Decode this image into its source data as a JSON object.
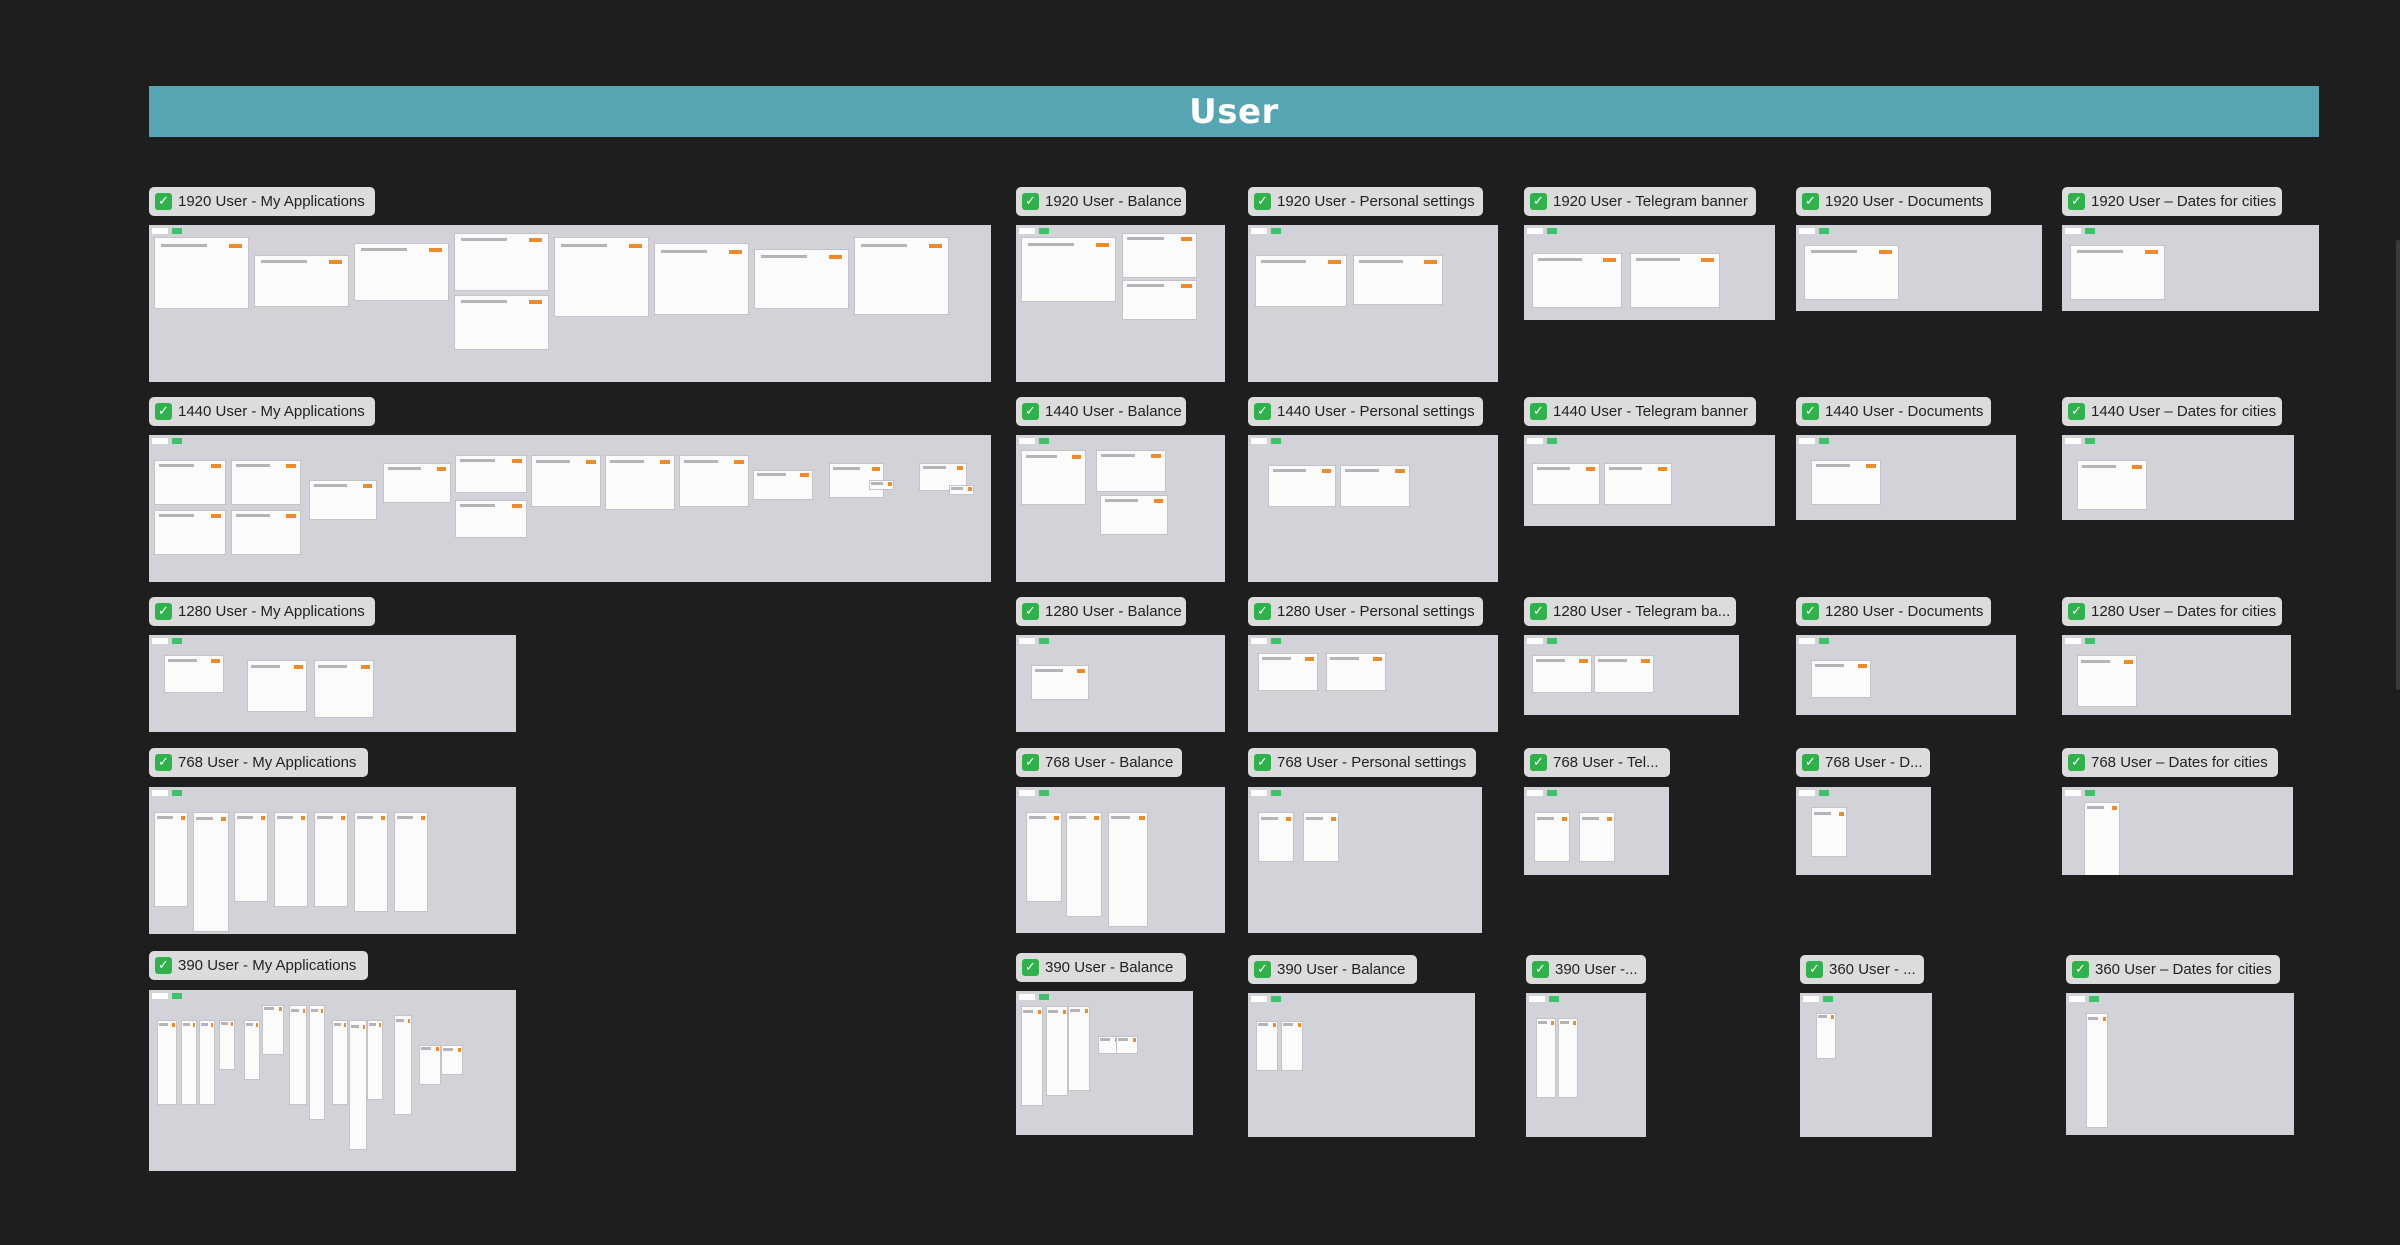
{
  "section": {
    "title": "User"
  },
  "groups": [
    {
      "id": "g1920_apps",
      "label": "1920 User - My Applications"
    },
    {
      "id": "g1920_balance",
      "label": "1920 User - Balance"
    },
    {
      "id": "g1920_personal",
      "label": "1920 User - Personal settings"
    },
    {
      "id": "g1920_telegram",
      "label": "1920 User - Telegram banner"
    },
    {
      "id": "g1920_documents",
      "label": "1920 User - Documents"
    },
    {
      "id": "g1920_dates",
      "label": "1920 User – Dates for cities"
    },
    {
      "id": "g1440_apps",
      "label": "1440 User - My Applications"
    },
    {
      "id": "g1440_balance",
      "label": "1440 User - Balance"
    },
    {
      "id": "g1440_personal",
      "label": "1440 User - Personal settings"
    },
    {
      "id": "g1440_telegram",
      "label": "1440 User - Telegram banner"
    },
    {
      "id": "g1440_documents",
      "label": "1440 User - Documents"
    },
    {
      "id": "g1440_dates",
      "label": "1440 User – Dates for cities"
    },
    {
      "id": "g1280_apps",
      "label": "1280 User - My Applications"
    },
    {
      "id": "g1280_balance",
      "label": "1280 User - Balance"
    },
    {
      "id": "g1280_personal",
      "label": "1280 User - Personal settings"
    },
    {
      "id": "g1280_telegram",
      "label": "1280 User - Telegram ba..."
    },
    {
      "id": "g1280_documents",
      "label": "1280 User - Documents"
    },
    {
      "id": "g1280_dates",
      "label": "1280 User – Dates for cities"
    },
    {
      "id": "g768_apps",
      "label": "768 User - My Applications"
    },
    {
      "id": "g768_balance",
      "label": "768 User - Balance"
    },
    {
      "id": "g768_personal",
      "label": "768 User - Personal settings"
    },
    {
      "id": "g768_telegram",
      "label": "768 User - Tel..."
    },
    {
      "id": "g768_documents",
      "label": "768 User - D..."
    },
    {
      "id": "g768_dates",
      "label": "768 User – Dates for cities"
    },
    {
      "id": "g390_apps",
      "label": "390 User - My Applications"
    },
    {
      "id": "g390_balance_a",
      "label": "390  User - Balance"
    },
    {
      "id": "g390_balance_b",
      "label": "390  User - Balance"
    },
    {
      "id": "g390_cut",
      "label": "390 User -..."
    },
    {
      "id": "g360_cut",
      "label": "360 User - ..."
    },
    {
      "id": "g360_dates",
      "label": "360 User – Dates for cities"
    }
  ]
}
